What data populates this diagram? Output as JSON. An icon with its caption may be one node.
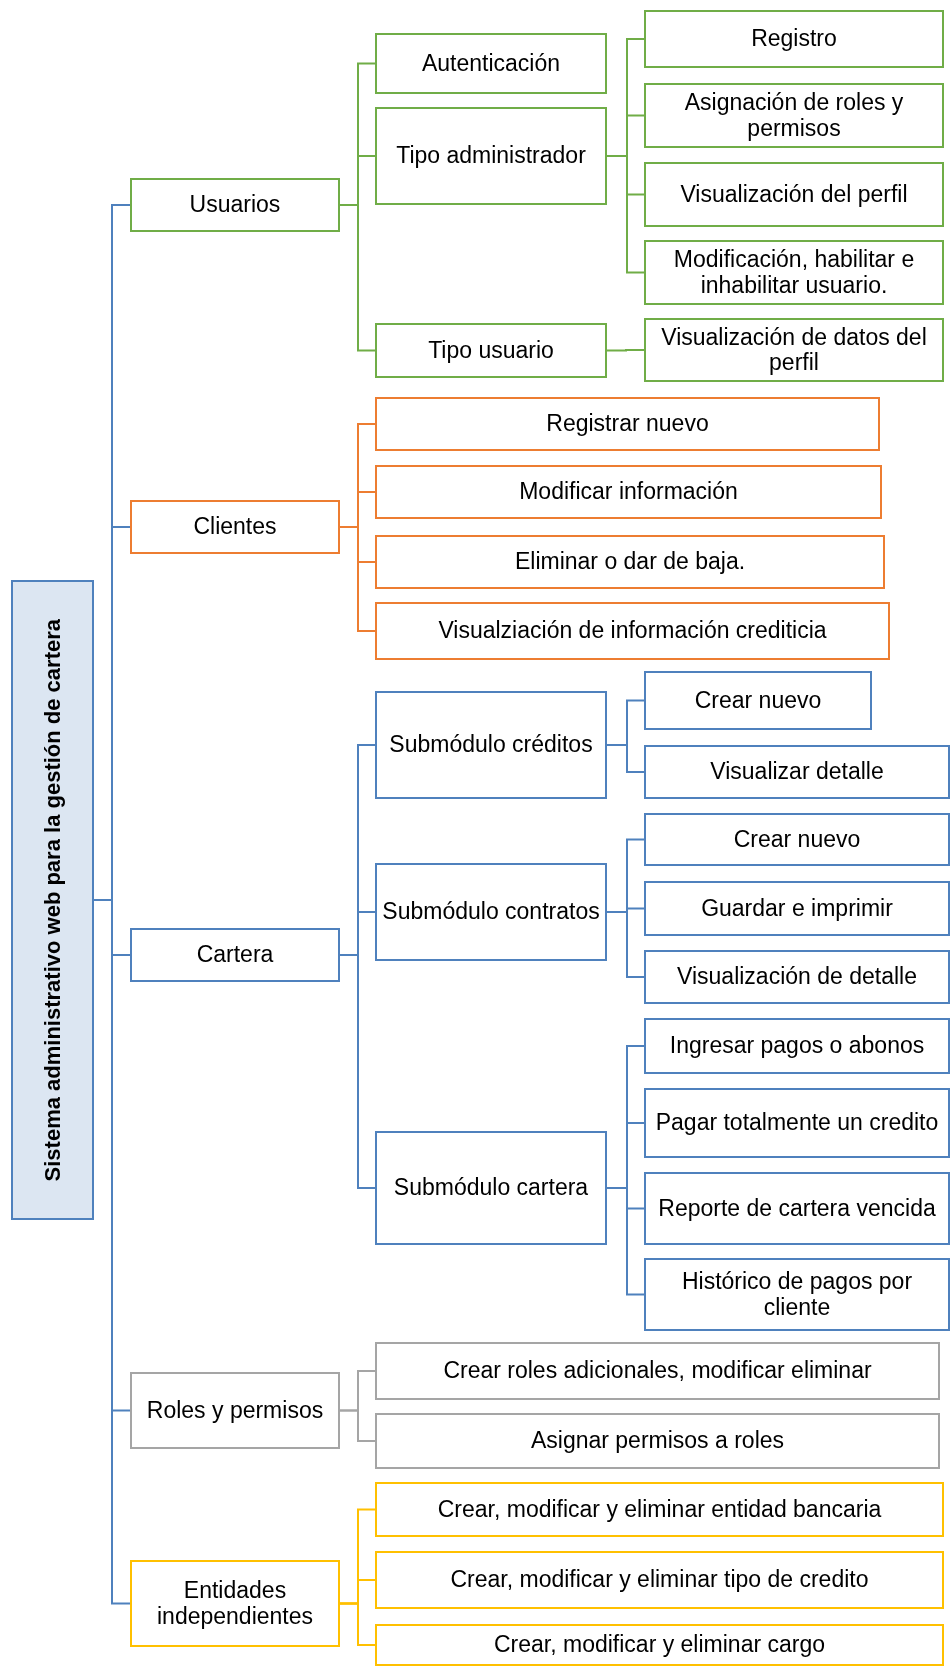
{
  "diagram": {
    "nodes": [
      {
        "text": [
          "Sistema administrativo web para la gestión de cartera"
        ]
      },
      {
        "text": [
          "Usuarios"
        ]
      },
      {
        "text": [
          "Autenticación"
        ]
      },
      {
        "text": [
          "Tipo administrador"
        ]
      },
      {
        "text": [
          "Registro"
        ]
      },
      {
        "text": [
          "Asignación de roles y permisos"
        ]
      },
      {
        "text": [
          "Visualización del perfil"
        ]
      },
      {
        "text": [
          "Modificación, habilitar e inhabilitar usuario."
        ]
      },
      {
        "text": [
          "Tipo usuario"
        ]
      },
      {
        "text": [
          "Visualización de datos del perfil"
        ]
      },
      {
        "text": [
          "Clientes"
        ]
      },
      {
        "text": [
          "Registrar nuevo"
        ]
      },
      {
        "text": [
          "Modificar información"
        ]
      },
      {
        "text": [
          "Eliminar o dar de baja."
        ]
      },
      {
        "text": [
          "Visualziación de información crediticia"
        ]
      },
      {
        "text": [
          "Cartera"
        ]
      },
      {
        "text": [
          "Submódulo créditos"
        ]
      },
      {
        "text": [
          "Crear nuevo"
        ]
      },
      {
        "text": [
          "Visualizar detalle"
        ]
      },
      {
        "text": [
          "Submódulo contratos"
        ]
      },
      {
        "text": [
          "Crear nuevo"
        ]
      },
      {
        "text": [
          "Guardar e imprimir"
        ]
      },
      {
        "text": [
          "Visualización de detalle"
        ]
      },
      {
        "text": [
          "Submódulo cartera"
        ]
      },
      {
        "text": [
          "Ingresar pagos o abonos"
        ]
      },
      {
        "text": [
          "Pagar totalmente un credito"
        ]
      },
      {
        "text": [
          "Reporte de cartera vencida"
        ]
      },
      {
        "text": [
          "Histórico de pagos por cliente"
        ]
      },
      {
        "text": [
          "Roles y permisos"
        ]
      },
      {
        "text": [
          "Crear roles adicionales, modificar eliminar"
        ]
      },
      {
        "text": [
          "Asignar permisos a roles"
        ]
      },
      {
        "text": [
          "Entidades independientes"
        ]
      },
      {
        "text": [
          "Crear, modificar y eliminar entidad bancaria"
        ]
      },
      {
        "text": [
          "Crear, modificar y eliminar tipo de credito"
        ]
      },
      {
        "text": [
          "Crear, modificar y eliminar cargo"
        ]
      }
    ],
    "edges": [
      {
        "from": 0,
        "to": 1,
        "arrow": "none"
      },
      {
        "from": 0,
        "to": 10,
        "arrow": "none"
      },
      {
        "from": 0,
        "to": 15,
        "arrow": "none"
      },
      {
        "from": 0,
        "to": 28,
        "arrow": "none"
      },
      {
        "from": 0,
        "to": 31,
        "arrow": "none"
      },
      {
        "from": 1,
        "to": 2,
        "arrow": "none",
        "color": "#70ad47"
      },
      {
        "from": 1,
        "to": 3,
        "arrow": "none",
        "color": "#70ad47"
      },
      {
        "from": 1,
        "to": 8,
        "arrow": "none",
        "color": "#70ad47"
      },
      {
        "from": 3,
        "to": 4,
        "arrow": "none",
        "color": "#70ad47"
      },
      {
        "from": 3,
        "to": 5,
        "arrow": "none",
        "color": "#70ad47"
      },
      {
        "from": 3,
        "to": 6,
        "arrow": "none",
        "color": "#70ad47"
      },
      {
        "from": 3,
        "to": 7,
        "arrow": "none",
        "color": "#70ad47"
      },
      {
        "from": 8,
        "to": 9,
        "arrow": "none",
        "color": "#70ad47"
      },
      {
        "from": 10,
        "to": 11,
        "arrow": "none",
        "color": "#ed7d31"
      },
      {
        "from": 10,
        "to": 12,
        "arrow": "none",
        "color": "#ed7d31"
      },
      {
        "from": 10,
        "to": 13,
        "arrow": "none",
        "color": "#ed7d31"
      },
      {
        "from": 10,
        "to": 14,
        "arrow": "none",
        "color": "#ed7d31"
      },
      {
        "from": 15,
        "to": 16,
        "arrow": "none"
      },
      {
        "from": 15,
        "to": 19,
        "arrow": "none"
      },
      {
        "from": 15,
        "to": 23,
        "arrow": "none"
      },
      {
        "from": 16,
        "to": 17,
        "arrow": "none"
      },
      {
        "from": 16,
        "to": 18,
        "arrow": "none"
      },
      {
        "from": 19,
        "to": 20,
        "arrow": "none"
      },
      {
        "from": 19,
        "to": 21,
        "arrow": "none"
      },
      {
        "from": 19,
        "to": 22,
        "arrow": "none"
      },
      {
        "from": 23,
        "to": 24,
        "arrow": "none"
      },
      {
        "from": 23,
        "to": 25,
        "arrow": "none"
      },
      {
        "from": 23,
        "to": 26,
        "arrow": "none"
      },
      {
        "from": 23,
        "to": 27,
        "arrow": "none"
      },
      {
        "from": 28,
        "to": 29,
        "arrow": "none",
        "color": "#a5a5a5"
      },
      {
        "from": 28,
        "to": 30,
        "arrow": "none",
        "color": "#a5a5a5"
      },
      {
        "from": 31,
        "to": 32,
        "arrow": "none",
        "color": "#ffc000"
      },
      {
        "from": 31,
        "to": 33,
        "arrow": "none",
        "color": "#ffc000"
      },
      {
        "from": 31,
        "to": 34,
        "arrow": "none",
        "color": "#ffc000"
      }
    ]
  }
}
